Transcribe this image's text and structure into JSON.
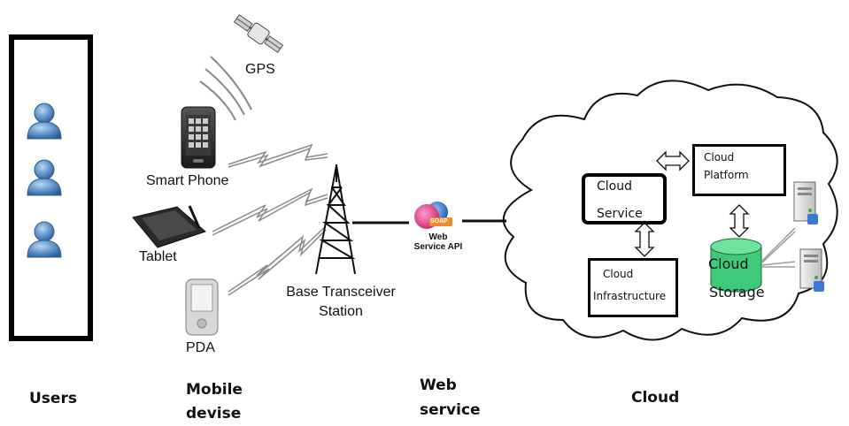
{
  "devices": {
    "gps": "GPS",
    "smart_phone": "Smart Phone",
    "tablet": "Tablet",
    "pda": "PDA"
  },
  "station": {
    "line1": "Base Transceiver",
    "line2": "Station"
  },
  "web_api": {
    "badge": "SOAP",
    "line1": "Web",
    "line2": "Service API"
  },
  "cloud": {
    "service": {
      "line1": "Cloud",
      "line2": "Service"
    },
    "platform": {
      "line1": "Cloud",
      "line2": "Platform"
    },
    "infrastructure": {
      "line1": "Cloud",
      "line2": "Infrastructure"
    },
    "storage": {
      "line1": "Cloud",
      "line2": "Storage"
    }
  },
  "captions": {
    "users": "Users",
    "mobile_line1": "Mobile",
    "mobile_line2": "devise",
    "web_line1": "Web",
    "web_line2": "service",
    "cloud": "Cloud"
  },
  "colors": {
    "user_fill": "#5b8fc6",
    "storage_fill": "#3fc97a",
    "antenna_pink": "#e0458c",
    "antenna_blue": "#2f6fd1"
  },
  "icons": [
    "user-icon",
    "satellite-icon",
    "smartphone-icon",
    "tablet-icon",
    "pda-icon",
    "tower-icon",
    "server-icon",
    "database-icon"
  ]
}
